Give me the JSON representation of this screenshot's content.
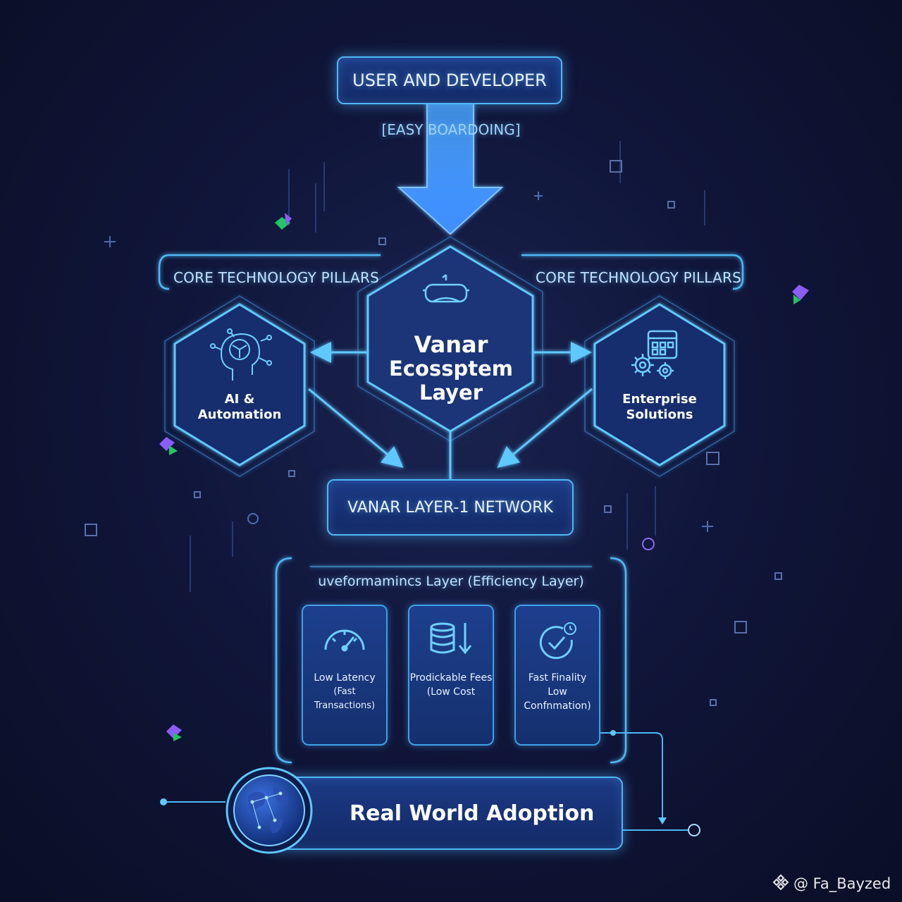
{
  "top": {
    "user_dev": "USER AND DEVELOPER",
    "easy_boarding": "[EASY BOARDOING]"
  },
  "pillars": {
    "left_label": "CORE TECHNOLOGY PILLARS",
    "right_label": "CORE TECHNOLOGY PILLARS",
    "center": {
      "line1": "Vanar",
      "line2": "Ecossptem",
      "line3": "Layer",
      "icon": "vr-headset-icon"
    },
    "left": {
      "line1": "AI &",
      "line2": "Automation",
      "icon": "ai-brain-icon"
    },
    "right": {
      "line1": "Enterprise",
      "line2": "Solutions",
      "icon": "gears-icon"
    }
  },
  "network": {
    "label": "VANAR LAYER-1 NETWORK"
  },
  "performance": {
    "title": "uveformamincs Layer (Efficiency Layer)",
    "cards": [
      {
        "line1": "Low Latency",
        "line2": "(Fast Transactions)",
        "line3": "",
        "icon": "speedometer-icon"
      },
      {
        "line1": "Prodickable Fees",
        "line2": "(Low Cost",
        "line3": "",
        "icon": "coins-down-arrow-icon"
      },
      {
        "line1": "Fast Finality",
        "line2": "Low",
        "line3": "Confnmation)",
        "icon": "check-clock-icon"
      }
    ]
  },
  "adoption": {
    "label": "Real World Adoption",
    "icon": "globe-icon"
  },
  "watermark": {
    "text": "@ Fa_Bayzed",
    "icon": "binance-logo-icon"
  },
  "colors": {
    "accent": "#4fb7f5",
    "glow": "#5ec8ff",
    "box_fill": "#1c3a86",
    "background": "#0d1230"
  }
}
